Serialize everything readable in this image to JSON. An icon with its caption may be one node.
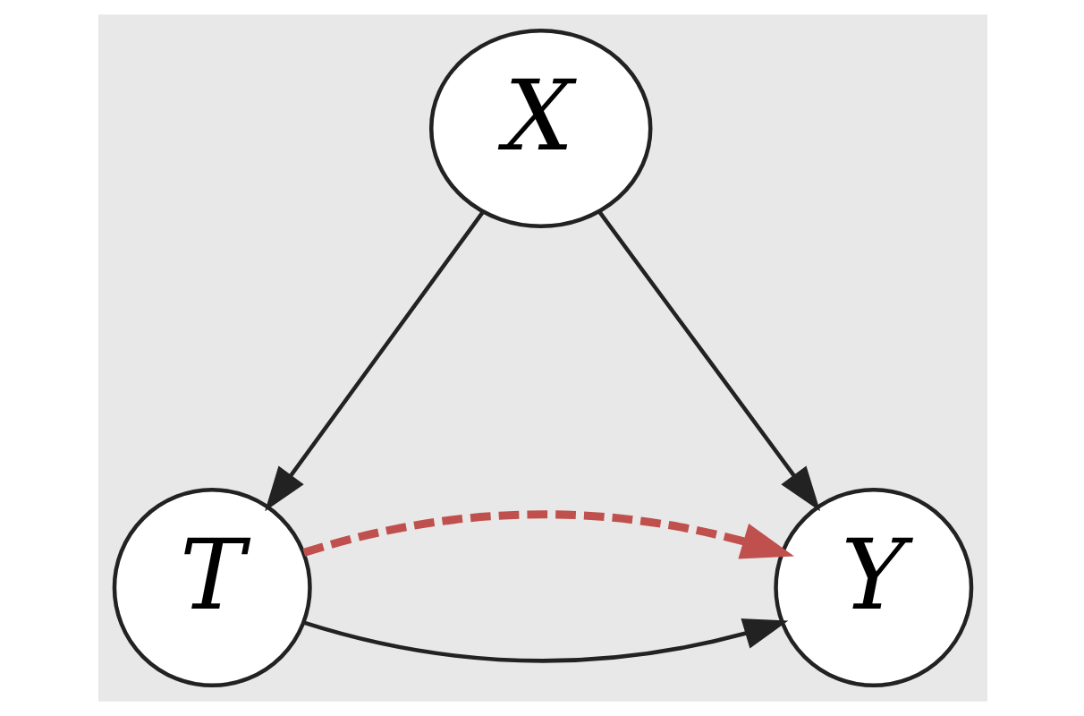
{
  "diagram": {
    "nodes": [
      {
        "text": [
          "X"
        ]
      },
      {
        "text": [
          "T"
        ]
      },
      {
        "text": [
          "Y"
        ]
      }
    ],
    "edges": [
      {
        "from": 0,
        "to": 1,
        "arrow": "to"
      },
      {
        "from": 0,
        "to": 2,
        "arrow": "to"
      },
      {
        "from": 1,
        "to": 2,
        "arrow": "to"
      },
      {
        "from": 1,
        "to": 2,
        "arrow": "to",
        "style": "dashed",
        "color": "#c0504d"
      }
    ]
  }
}
